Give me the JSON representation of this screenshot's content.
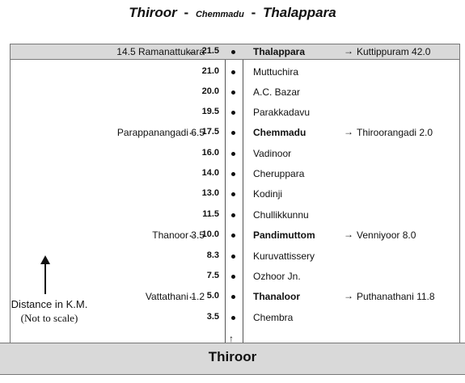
{
  "title": {
    "part1": "Thiroor",
    "sep1": "-",
    "part2": "Chemmadu",
    "sep2": "-",
    "part3": "Thalappara"
  },
  "base_label": "Thiroor",
  "scale_note": {
    "line1": "Distance in K.M.",
    "line2": "(Not to scale)"
  },
  "arrow_glyphs": {
    "left": "←",
    "right": "→",
    "up": "↑"
  },
  "stops": [
    {
      "distance": "21.5",
      "name": "Thalappara",
      "major": true,
      "left": "14.5 Ramanattukara",
      "right": "Kuttippuram 42.0"
    },
    {
      "distance": "21.0",
      "name": "Muttuchira",
      "major": false
    },
    {
      "distance": "20.0",
      "name": "A.C. Bazar",
      "major": false
    },
    {
      "distance": "19.5",
      "name": "Parakkadavu",
      "major": false
    },
    {
      "distance": "17.5",
      "name": "Chemmadu",
      "major": true,
      "left": "Parappanangadi 6.5",
      "right": "Thiroorangadi 2.0"
    },
    {
      "distance": "16.0",
      "name": "Vadinoor",
      "major": false
    },
    {
      "distance": "14.0",
      "name": "Cheruppara",
      "major": false
    },
    {
      "distance": "13.0",
      "name": "Kodinji",
      "major": false
    },
    {
      "distance": "11.5",
      "name": "Chullikkunnu",
      "major": false
    },
    {
      "distance": "10.0",
      "name": "Pandimuttom",
      "major": true,
      "left": "Thanoor 3.5",
      "right": "Venniyoor 8.0"
    },
    {
      "distance": "8.3",
      "name": "Kuruvattissery",
      "major": false
    },
    {
      "distance": "7.5",
      "name": "Ozhoor Jn.",
      "major": false
    },
    {
      "distance": "5.0",
      "name": "Thanaloor",
      "major": true,
      "left": "Vattathani 1.2",
      "right": "Puthanathani 11.8"
    },
    {
      "distance": "3.5",
      "name": "Chembra",
      "major": false
    }
  ]
}
